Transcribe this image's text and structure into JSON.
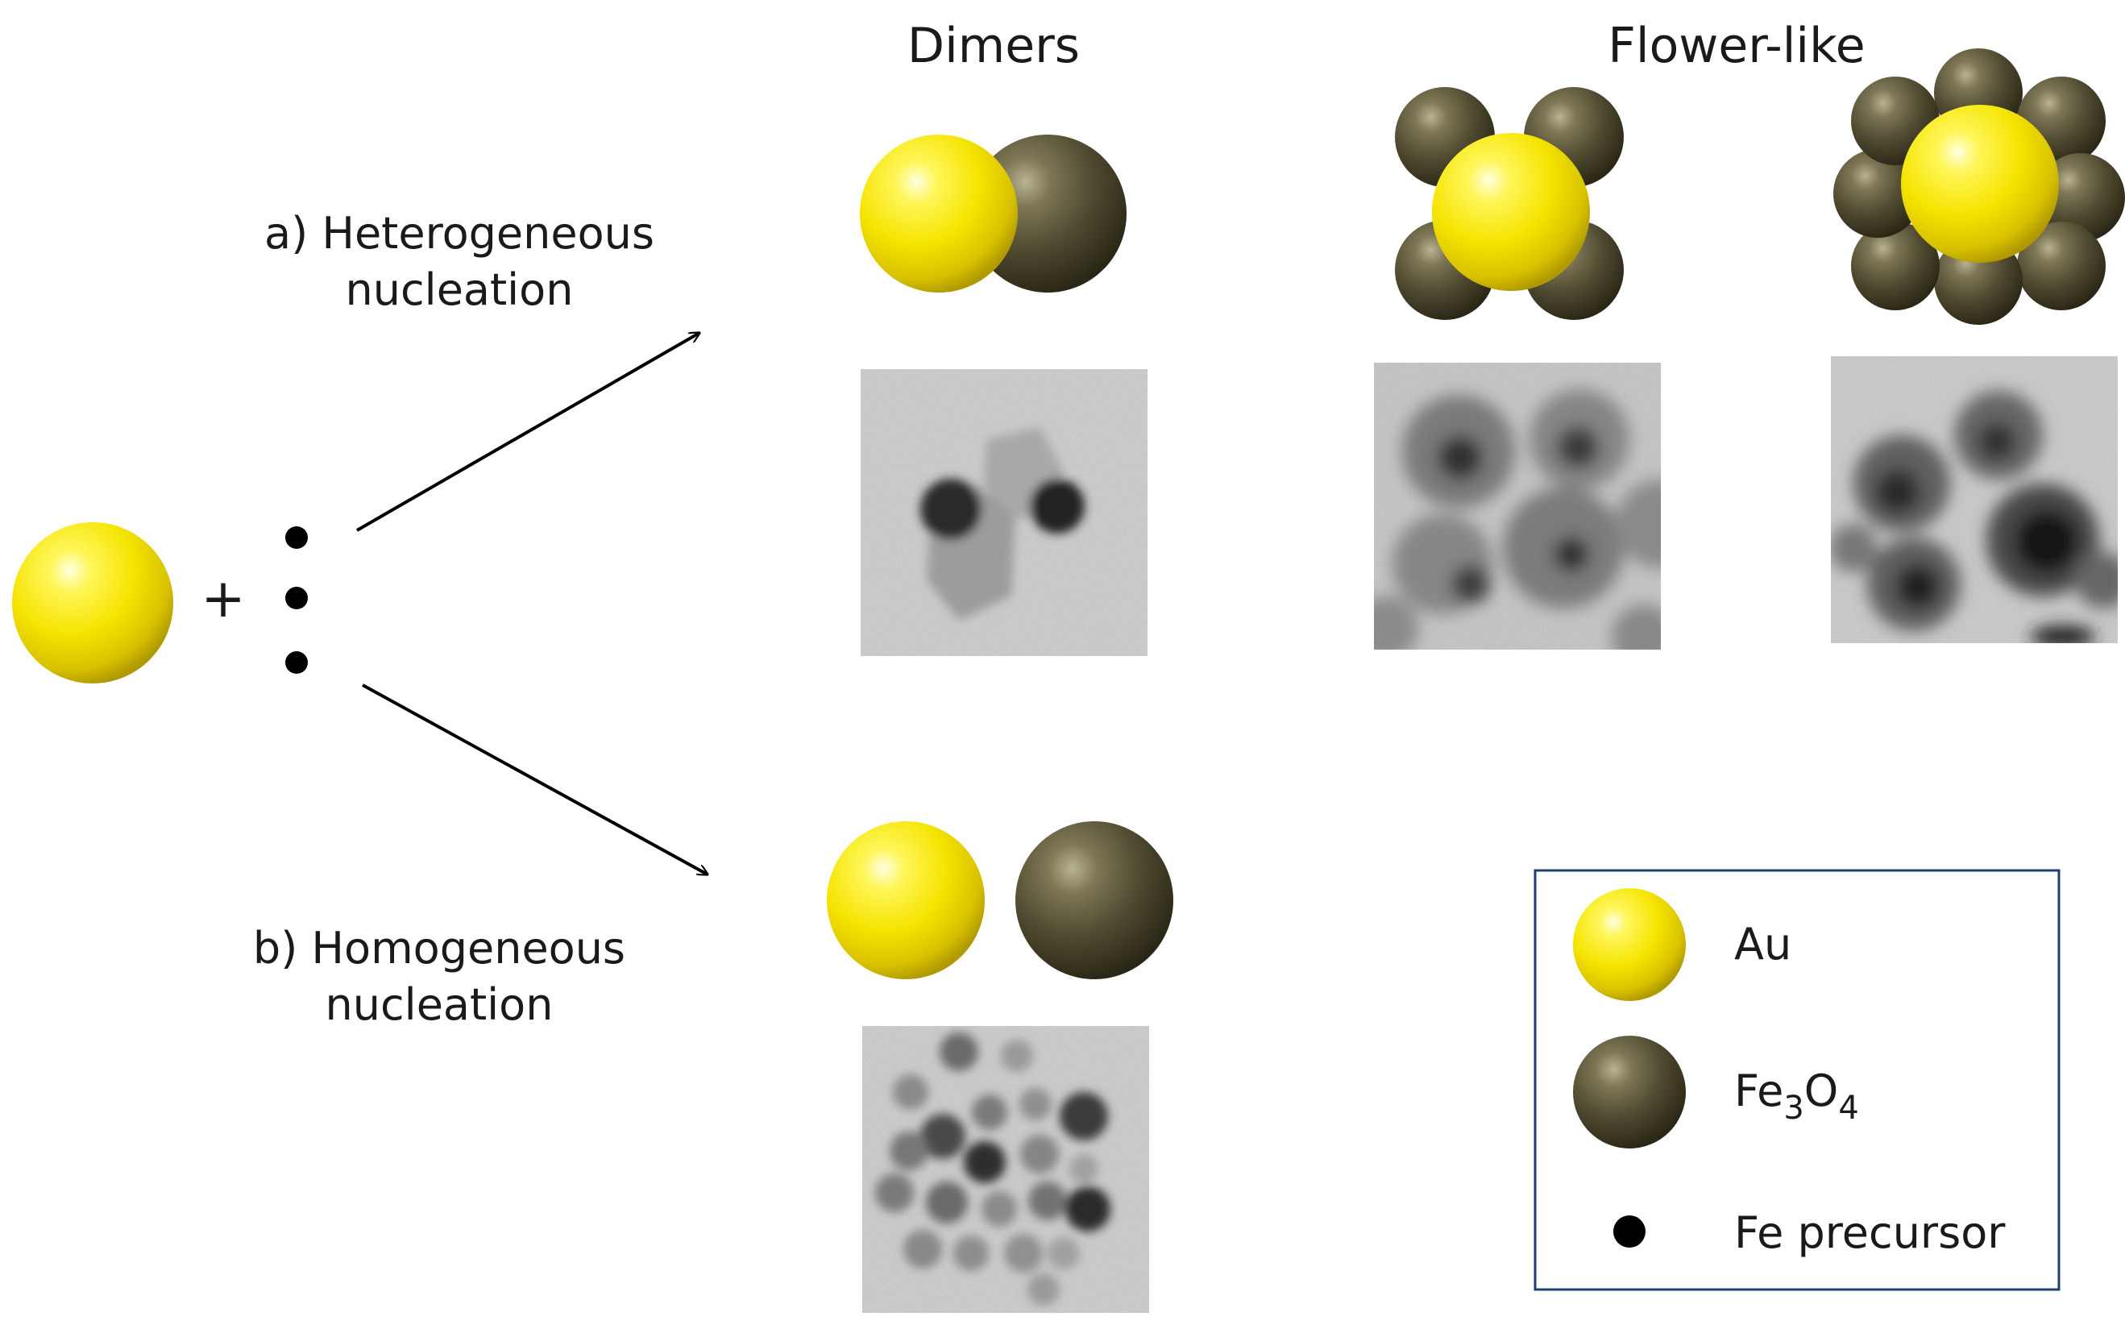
{
  "titles": {
    "dimers": "Dimers",
    "flower": "Flower-like"
  },
  "pathways": {
    "hetero": {
      "line1": "a) Heterogeneous",
      "line2": "nucleation"
    },
    "homo": {
      "line1": "b) Homogeneous",
      "line2": "nucleation"
    }
  },
  "reaction": {
    "plus": "+"
  },
  "legend": {
    "au": "Au",
    "fe3o4": {
      "main": "Fe",
      "sub1": "3",
      "mid": "O",
      "sub2": "4"
    },
    "precursor": "Fe precursor"
  },
  "colors": {
    "au": "#f5e400",
    "fe3o4": "#4a452c",
    "precursor": "#000000",
    "tem_background": "#d9d9d9"
  }
}
